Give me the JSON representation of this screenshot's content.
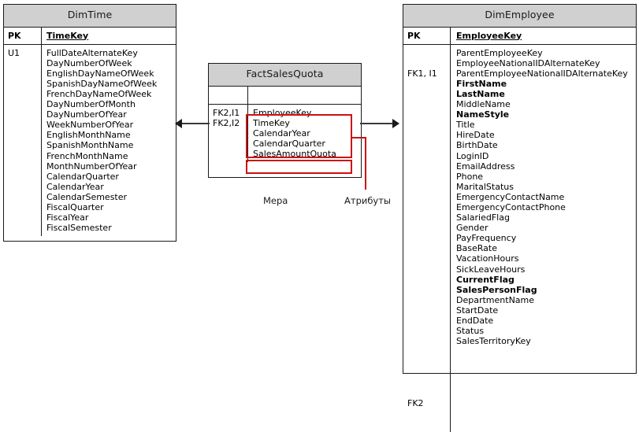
{
  "diagram": {
    "type": "star-schema-erd",
    "accent_red": "#cc1111",
    "header_fill": "#d0d0d0",
    "border_color": "#1a1a1a"
  },
  "dim_time": {
    "title": "DimTime",
    "pk_label": "PK",
    "pk_field": "TimeKey",
    "key_label": "U1",
    "fields": [
      "FullDateAlternateKey",
      "DayNumberOfWeek",
      "EnglishDayNameOfWeek",
      "SpanishDayNameOfWeek",
      "FrenchDayNameOfWeek",
      "DayNumberOfMonth",
      "DayNumberOfYear",
      "WeekNumberOfYear",
      "EnglishMonthName",
      "SpanishMonthName",
      "FrenchMonthName",
      "MonthNumberOfYear",
      "CalendarQuarter",
      "CalendarYear",
      "CalendarSemester",
      "FiscalQuarter",
      "FiscalYear",
      "FiscalSemester"
    ]
  },
  "fact_sales_quota": {
    "title": "FactSalesQuota",
    "pk_label": "",
    "pk_field": "",
    "key_labels": "FK2,I1\nFK2,I2",
    "fields": [
      "EmployeeKey",
      "TimeKey",
      "CalendarYear",
      "CalendarQuarter",
      "SalesAmountQuota"
    ]
  },
  "dim_employee": {
    "title": "DimEmployee",
    "pk_label": "PK",
    "pk_field": "EmployeeKey",
    "key_labels_top": "FK1, I1",
    "key_label_bottom": "FK2",
    "fields": [
      {
        "name": "ParentEmployeeKey",
        "bold": false
      },
      {
        "name": "EmployeeNationalIDAlternateKey",
        "bold": false
      },
      {
        "name": "ParentEmployeeNationalIDAlternateKey",
        "bold": false
      },
      {
        "name": "FirstName",
        "bold": true
      },
      {
        "name": "LastName",
        "bold": true
      },
      {
        "name": "MiddleName",
        "bold": false
      },
      {
        "name": "NameStyle",
        "bold": true
      },
      {
        "name": "Title",
        "bold": false
      },
      {
        "name": "HireDate",
        "bold": false
      },
      {
        "name": "BirthDate",
        "bold": false
      },
      {
        "name": "LoginID",
        "bold": false
      },
      {
        "name": "EmailAddress",
        "bold": false
      },
      {
        "name": "Phone",
        "bold": false
      },
      {
        "name": "MaritalStatus",
        "bold": false
      },
      {
        "name": "EmergencyContactName",
        "bold": false
      },
      {
        "name": "EmergencyContactPhone",
        "bold": false
      },
      {
        "name": "SalariedFlag",
        "bold": false
      },
      {
        "name": "Gender",
        "bold": false
      },
      {
        "name": "PayFrequency",
        "bold": false
      },
      {
        "name": "BaseRate",
        "bold": false
      },
      {
        "name": "VacationHours",
        "bold": false
      },
      {
        "name": "SickLeaveHours",
        "bold": false
      },
      {
        "name": "CurrentFlag",
        "bold": true
      },
      {
        "name": "SalesPersonFlag",
        "bold": true
      },
      {
        "name": "DepartmentName",
        "bold": false
      },
      {
        "name": "StartDate",
        "bold": false
      },
      {
        "name": "EndDate",
        "bold": false
      },
      {
        "name": "Status",
        "bold": false
      },
      {
        "name": "SalesTerritoryKey",
        "bold": false
      }
    ]
  },
  "annotations": {
    "measure": "Мера",
    "attributes": "Атрибуты"
  }
}
